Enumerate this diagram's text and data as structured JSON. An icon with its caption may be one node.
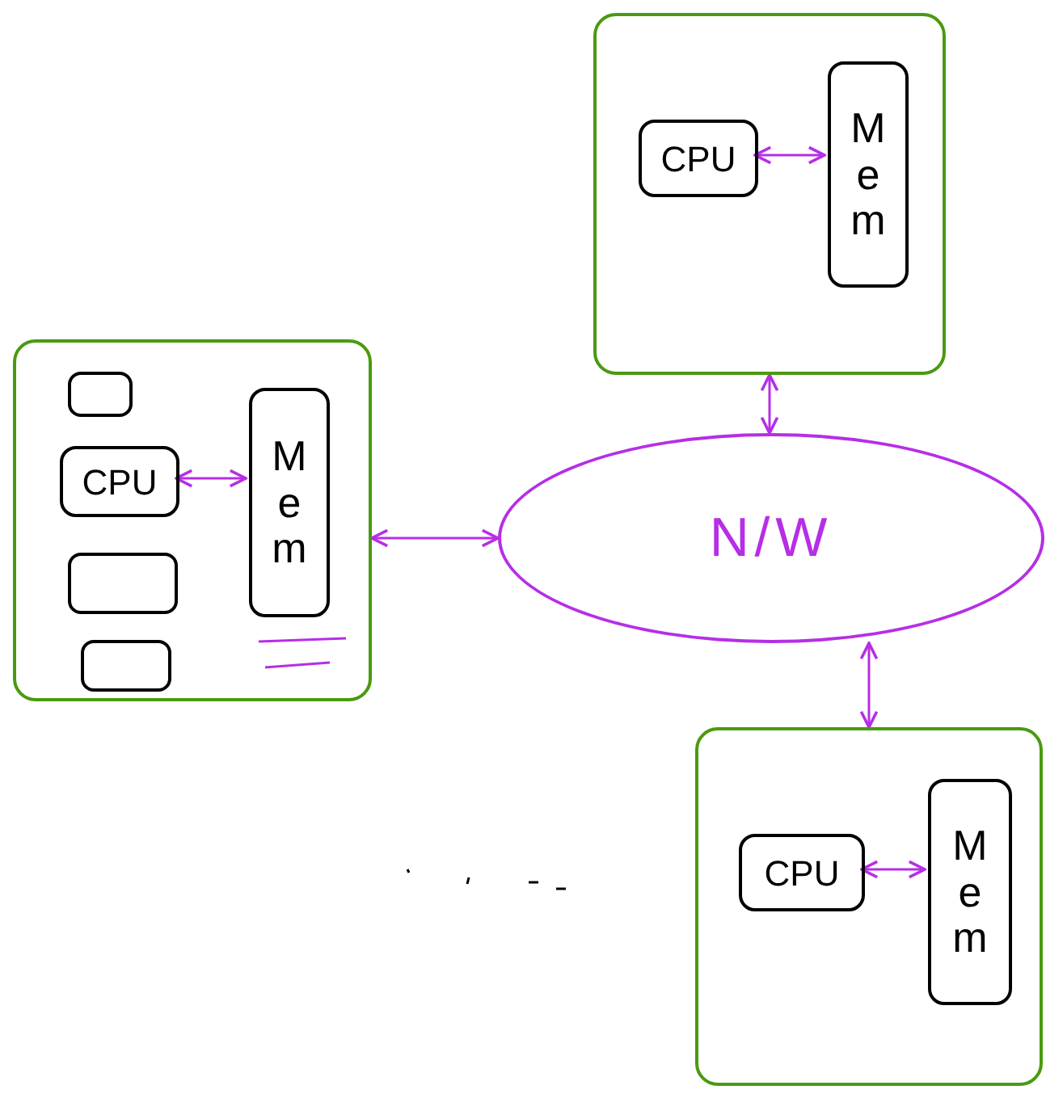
{
  "diagram": {
    "nodes": [
      {
        "text": [],
        "shape": "box"
      },
      {
        "text": [
          "CPU"
        ],
        "in": 0
      },
      {
        "text": [
          "Mem"
        ],
        "in": 0
      },
      {
        "text": [],
        "shape": "box"
      },
      {
        "text": [],
        "shape": "box",
        "in": 3
      },
      {
        "text": [
          "CPU"
        ],
        "in": 3
      },
      {
        "text": [
          "Mem"
        ],
        "in": 3
      },
      {
        "text": [],
        "shape": "box",
        "in": 3
      },
      {
        "text": [],
        "shape": "box",
        "in": 3
      },
      {
        "text": [
          "N/W"
        ]
      },
      {
        "text": [],
        "shape": "box"
      },
      {
        "text": [
          "CPU"
        ],
        "in": 10
      },
      {
        "text": [
          "Mem"
        ],
        "in": 10
      }
    ],
    "edges": [
      {
        "from": 1,
        "to": 2,
        "arrow": "both"
      },
      {
        "from": 5,
        "to": 6,
        "arrow": "both"
      },
      {
        "from": 11,
        "to": 12,
        "arrow": "both"
      },
      {
        "from": 3,
        "to": 9,
        "arrow": "both"
      },
      {
        "from": 0,
        "to": 9,
        "arrow": "both"
      },
      {
        "from": 9,
        "to": 10,
        "arrow": "both"
      }
    ]
  }
}
